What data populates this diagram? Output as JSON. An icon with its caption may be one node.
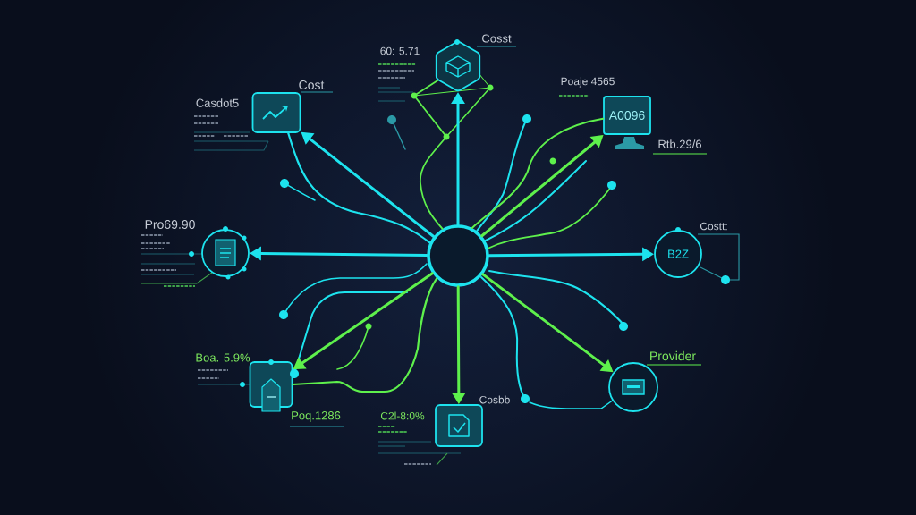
{
  "diagram": {
    "nodes": [
      {
        "text": [],
        "shape": "hexagon",
        "beside": [
          "60: 5.71",
          "Cosst"
        ]
      },
      {
        "text": [],
        "shape": "box",
        "beside": [
          "Cost",
          "Casdot5"
        ]
      },
      {
        "text": [
          "A0096"
        ],
        "beside": [
          "Poaje 4565",
          "Rtb.29/6"
        ]
      },
      {
        "text": [],
        "shape": "circle",
        "beside": [
          "Pro69.90"
        ]
      },
      {
        "text": [],
        "shape": "circle"
      },
      {
        "text": [
          "B2Z"
        ],
        "beside": [
          "Costt:"
        ]
      },
      {
        "text": [],
        "shape": "box",
        "beside": [
          "Boa. 5.9%",
          "Poq.1286"
        ]
      },
      {
        "text": [],
        "shape": "circle",
        "beside": [
          "Provider"
        ]
      },
      {
        "text": [],
        "shape": "box",
        "beside": [
          "C2l-8:0%",
          "Cosbb"
        ]
      }
    ],
    "edges": [
      {
        "from": 4,
        "to": 0,
        "arrow": "to",
        "color": "#1de3ee"
      },
      {
        "from": 4,
        "to": 1,
        "arrow": "to",
        "color": "#1de3ee"
      },
      {
        "from": 4,
        "to": 2,
        "arrow": "to",
        "color": "#5ef04c"
      },
      {
        "from": 4,
        "to": 3,
        "arrow": "to",
        "color": "#1de3ee"
      },
      {
        "from": 4,
        "to": 5,
        "arrow": "to",
        "color": "#1de3ee"
      },
      {
        "from": 4,
        "to": 6,
        "arrow": "to",
        "color": "#5ef04c"
      },
      {
        "from": 4,
        "to": 7,
        "arrow": "to",
        "color": "#5ef04c"
      },
      {
        "from": 4,
        "to": 8,
        "arrow": "to",
        "color": "#5ef04c"
      },
      {
        "from": 0,
        "to": 4,
        "arrow": "none",
        "color": "#5ef04c"
      },
      {
        "from": 1,
        "to": 4,
        "arrow": "none",
        "color": "#1de3ee"
      },
      {
        "from": 6,
        "to": 4,
        "arrow": "none",
        "color": "#5ef04c"
      },
      {
        "from": 2,
        "to": 4,
        "arrow": "none",
        "color": "#5ef04c"
      }
    ]
  }
}
